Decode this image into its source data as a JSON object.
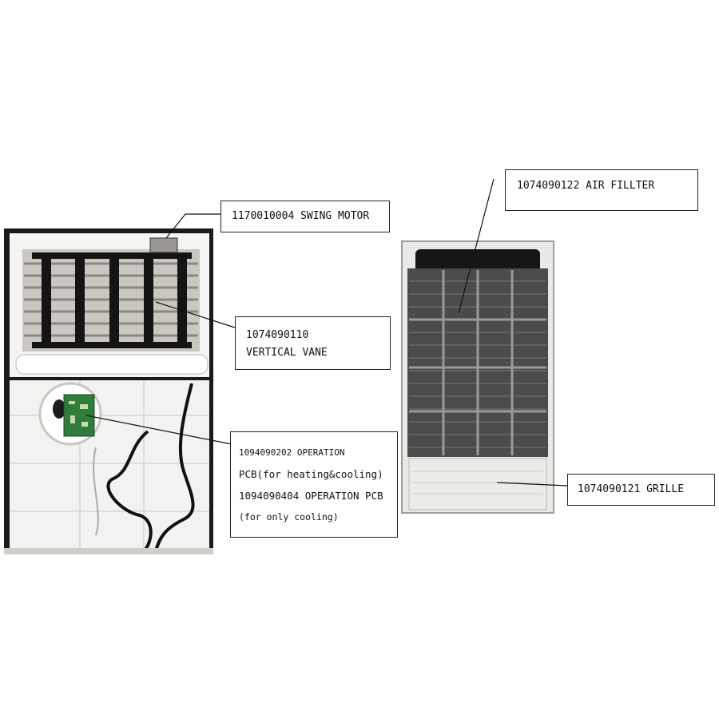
{
  "labels": {
    "swing_motor": "1170010004 SWING MOTOR",
    "vertical_vane": {
      "code": "1074090110",
      "name": "VERTICAL VANE"
    },
    "operation_pcb": {
      "line1": "1094090202 OPERATION",
      "line2": "PCB(for heating&cooling)",
      "line3": "1094090404 OPERATION PCB",
      "line4": "(for only cooling)"
    },
    "air_filter": "1074090122  AIR FILLTER",
    "grille": "1074090121  GRILLE"
  },
  "colors": {
    "unit_body": "#f2f2f0",
    "frame": "#1a1a1a",
    "vane_black": "#141414",
    "pcb_green": "#2f7d3a",
    "filter_mesh": "#5a5a5a",
    "grille": "#ecebe6"
  }
}
